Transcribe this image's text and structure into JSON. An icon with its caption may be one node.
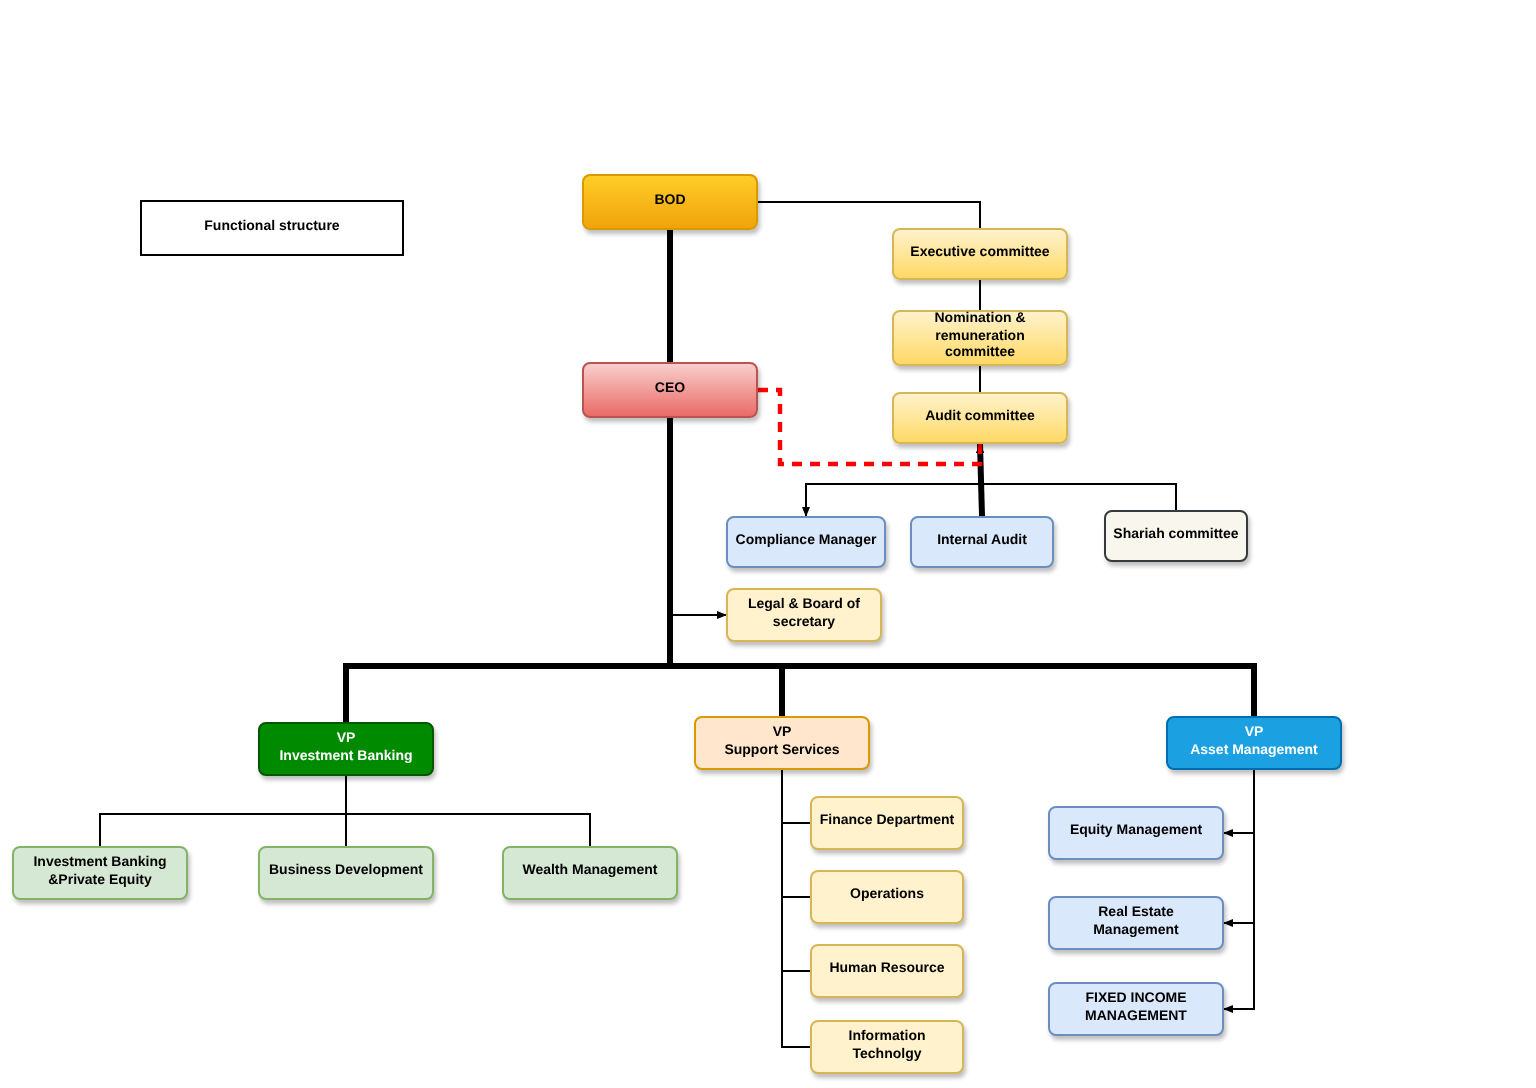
{
  "diagram": {
    "nodes": [
      {
        "text": [
          "Functional structure"
        ]
      },
      {
        "text": [
          "BOD"
        ]
      },
      {
        "text": [
          "Executive committee"
        ]
      },
      {
        "text": [
          "Nomination & remuneration committee"
        ]
      },
      {
        "text": [
          "Audit committee"
        ]
      },
      {
        "text": [
          "CEO"
        ]
      },
      {
        "text": [
          "Compliance Manager"
        ]
      },
      {
        "text": [
          "Internal Audit"
        ]
      },
      {
        "text": [
          "Shariah committee"
        ]
      },
      {
        "text": [
          "Legal & Board of secretary"
        ]
      },
      {
        "text": [
          "VP",
          "Investment Banking"
        ]
      },
      {
        "text": [
          "VP",
          "Support Services"
        ]
      },
      {
        "text": [
          "VP",
          "Asset Management"
        ]
      },
      {
        "text": [
          "Investment Banking &Private Equity"
        ]
      },
      {
        "text": [
          "Business Development"
        ]
      },
      {
        "text": [
          "Wealth Management"
        ]
      },
      {
        "text": [
          "Finance Department"
        ]
      },
      {
        "text": [
          "Operations"
        ]
      },
      {
        "text": [
          "Human Resource"
        ]
      },
      {
        "text": [
          "Information Technolgy"
        ]
      },
      {
        "text": [
          "Equity Management"
        ]
      },
      {
        "text": [
          "Real Estate Management"
        ]
      },
      {
        "text": [
          "FIXED INCOME MANAGEMENT"
        ]
      }
    ],
    "edges": [
      {
        "from": 1,
        "to": 5,
        "arrow": "none",
        "style": "thick"
      },
      {
        "from": 1,
        "to": 2,
        "arrow": "none"
      },
      {
        "from": 2,
        "to": 3,
        "arrow": "none"
      },
      {
        "from": 3,
        "to": 4,
        "arrow": "none"
      },
      {
        "from": 4,
        "to": 6,
        "arrow": "to"
      },
      {
        "from": 7,
        "to": 4,
        "arrow": "to",
        "style": "thick"
      },
      {
        "from": 8,
        "to": 4,
        "arrow": "to"
      },
      {
        "from": 5,
        "to": 4,
        "arrow": "none",
        "style": "dashed",
        "color": "#ff0000"
      },
      {
        "from": 5,
        "to": 9,
        "arrow": "to"
      },
      {
        "from": 5,
        "to": 10,
        "arrow": "none",
        "style": "thick"
      },
      {
        "from": 5,
        "to": 11,
        "arrow": "none",
        "style": "thick"
      },
      {
        "from": 5,
        "to": 12,
        "arrow": "none",
        "style": "thick"
      },
      {
        "from": 10,
        "to": 13,
        "arrow": "none"
      },
      {
        "from": 10,
        "to": 14,
        "arrow": "none"
      },
      {
        "from": 10,
        "to": 15,
        "arrow": "none"
      },
      {
        "from": 11,
        "to": 16,
        "arrow": "none"
      },
      {
        "from": 11,
        "to": 17,
        "arrow": "none"
      },
      {
        "from": 11,
        "to": 18,
        "arrow": "none"
      },
      {
        "from": 11,
        "to": 19,
        "arrow": "none"
      },
      {
        "from": 12,
        "to": 20,
        "arrow": "to"
      },
      {
        "from": 12,
        "to": 21,
        "arrow": "to"
      },
      {
        "from": 12,
        "to": 22,
        "arrow": "to"
      }
    ]
  }
}
